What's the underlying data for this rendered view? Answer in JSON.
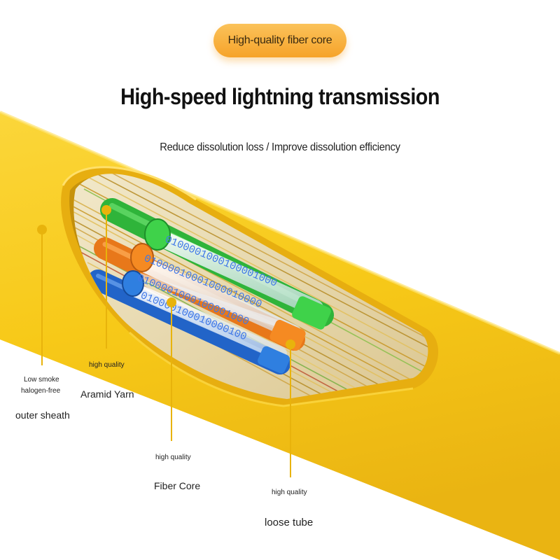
{
  "badge": "High-quality fiber core",
  "title": "High-speed lightning transmission",
  "subtitle": "Reduce dissolution loss / Improve dissolution efficiency",
  "labels": {
    "sheath_small_1": "Low smoke",
    "sheath_small_2": "halogen-free",
    "sheath_name": "outer sheath",
    "yarn_small": "high quality",
    "yarn_name": "Aramid Yarn",
    "core_small": "high quality",
    "core_name": "Fiber Core",
    "tube_small": "high quality",
    "tube_name": "loose tube"
  },
  "binary": [
    "0100001000100001000",
    "01000010001000010000",
    "0100001000100001000",
    "010000100010000100"
  ],
  "colors": {
    "sheath": "#f7c918",
    "sheath_dark": "#e0a90c",
    "marker": "#e8b30c",
    "badge": "#f6a329",
    "tube_green": "#3fd24a",
    "tube_orange": "#f58a22",
    "tube_blue": "#2f7fe0",
    "binary_text": "#3f78e8"
  }
}
